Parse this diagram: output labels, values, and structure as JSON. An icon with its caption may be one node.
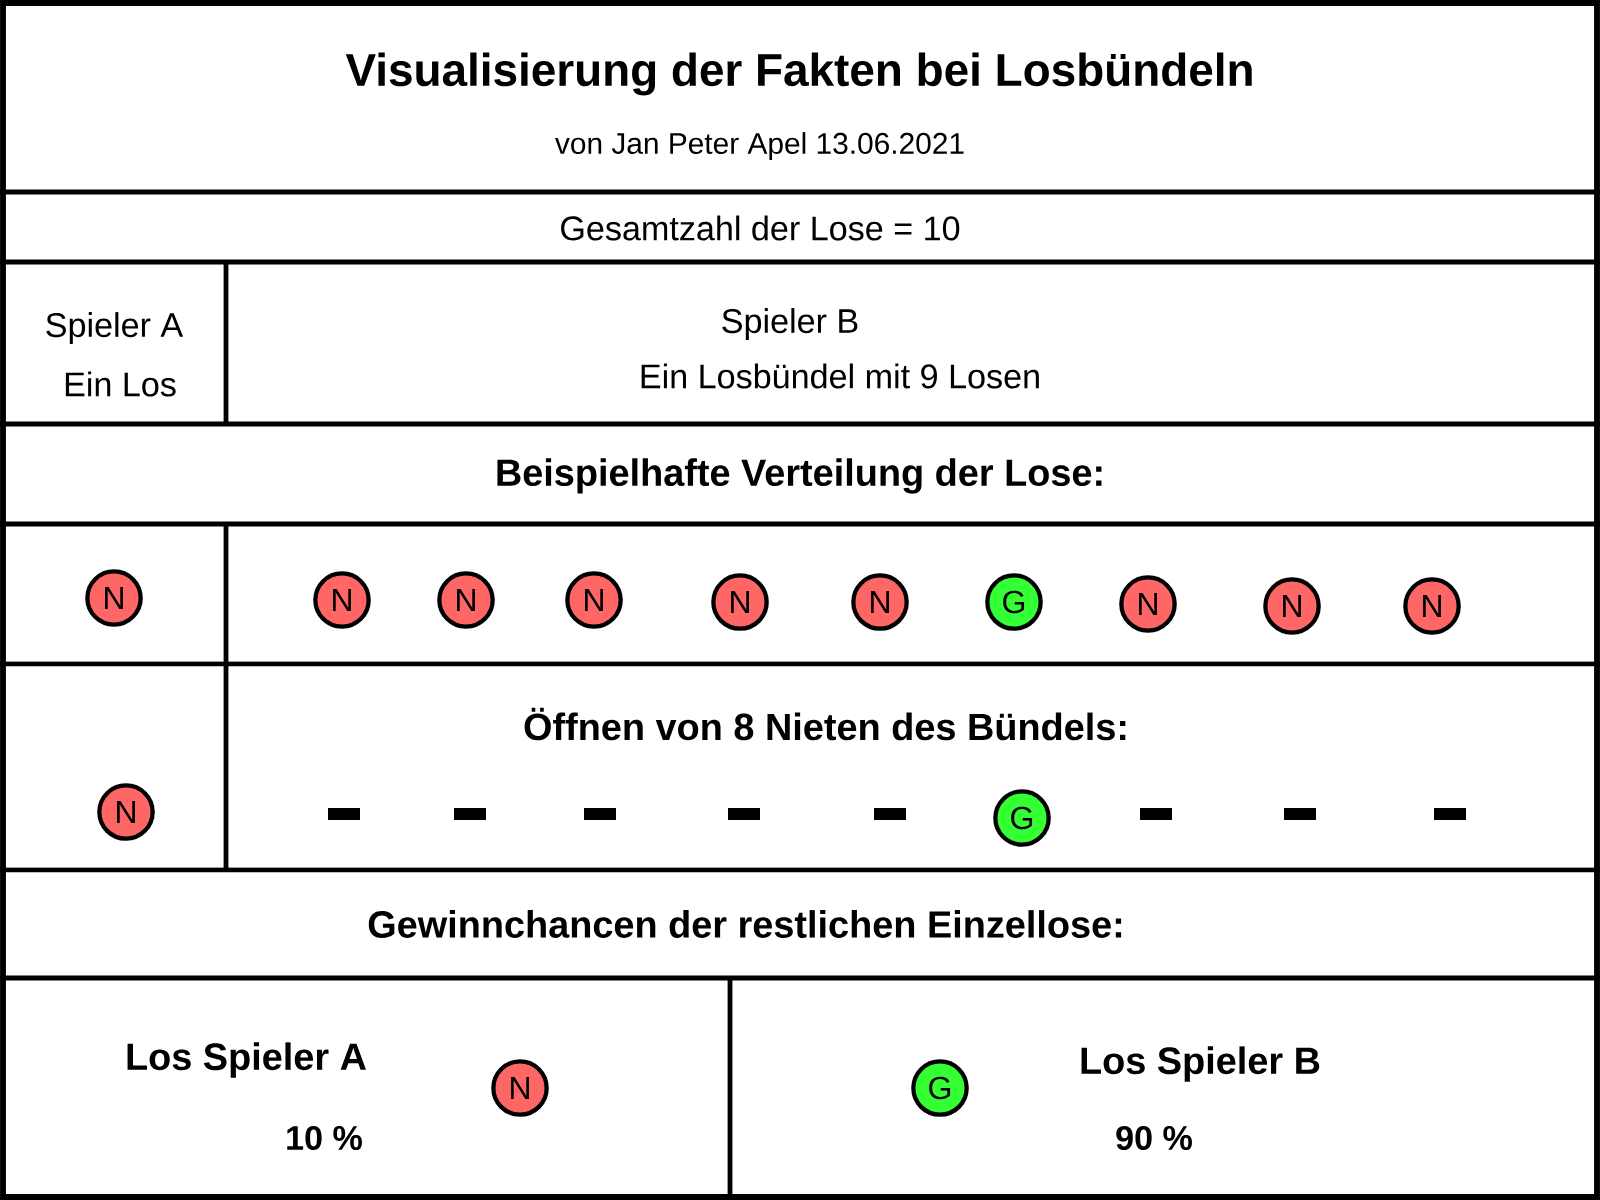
{
  "diagram": {
    "title": "Visualisierung der Fakten bei Losbündeln",
    "nodes": [
      {
        "text": [
          "N"
        ]
      },
      {
        "text": [
          "N"
        ]
      },
      {
        "text": [
          "N"
        ]
      },
      {
        "text": [
          "N"
        ]
      },
      {
        "text": [
          "N"
        ]
      },
      {
        "text": [
          "N"
        ]
      },
      {
        "text": [
          "G"
        ]
      },
      {
        "text": [
          "N"
        ]
      },
      {
        "text": [
          "N"
        ]
      },
      {
        "text": [
          "N"
        ]
      },
      {
        "text": [
          "N"
        ]
      },
      {
        "text": [
          "G"
        ]
      },
      {
        "text": [
          "N"
        ]
      },
      {
        "text": [
          "G"
        ]
      }
    ],
    "labels": [
      "von Jan Peter Apel 13.06.2021",
      "Gesamtzahl der Lose = 10",
      "Spieler A",
      "Ein Los",
      "Spieler B",
      "Ein Losbündel mit 9 Losen",
      "Beispielhafte Verteilung der Lose:",
      "Öffnen von 8 Nieten des Bündels:",
      "Gewinnchancen der restlichen Einzellose:",
      "Los Spieler A",
      "10 %",
      "Los Spieler B",
      "90 %"
    ]
  }
}
